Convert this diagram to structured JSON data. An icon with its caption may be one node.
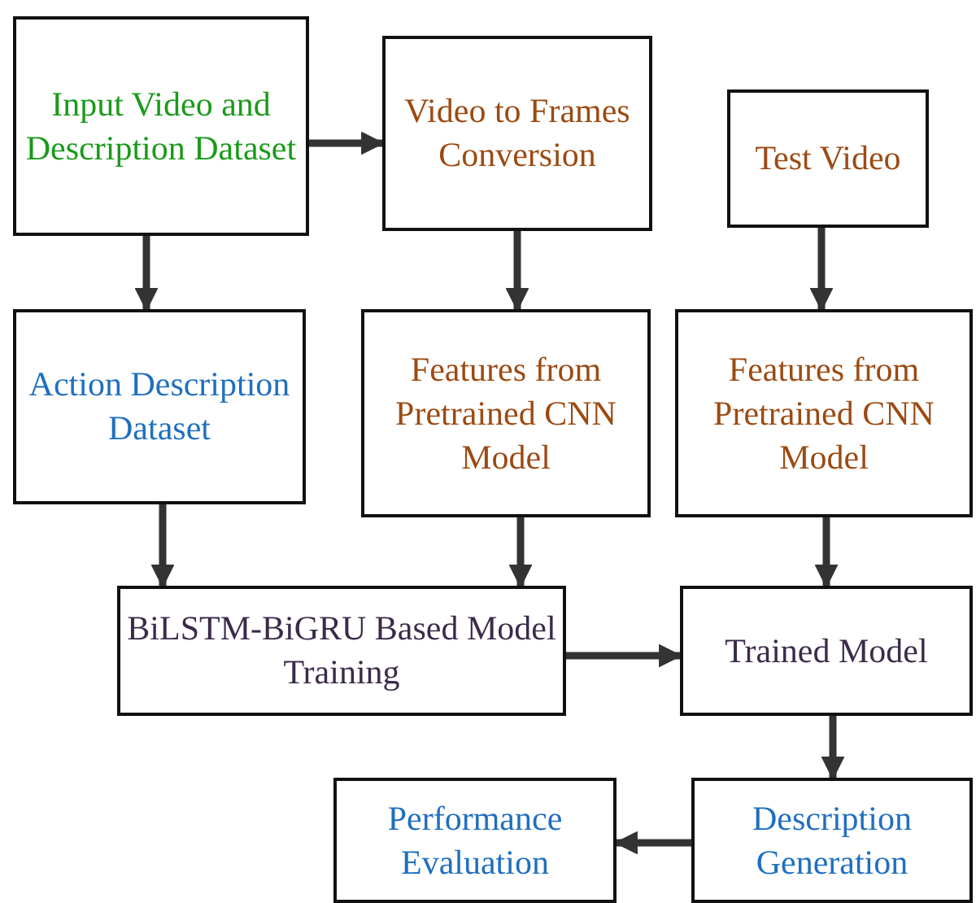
{
  "diagram": {
    "nodes": [
      {
        "text": [
          "Input Video and Description Dataset"
        ]
      },
      {
        "text": [
          "Video to Frames Conversion"
        ]
      },
      {
        "text": [
          "Test Video"
        ]
      },
      {
        "text": [
          "Action Description Dataset"
        ]
      },
      {
        "text": [
          "Features from Pretrained CNN Model"
        ]
      },
      {
        "text": [
          "Features from Pretrained CNN Model"
        ]
      },
      {
        "text": [
          "BiLSTM-BiGRU Based Model Training"
        ]
      },
      {
        "text": [
          "Trained Model"
        ]
      },
      {
        "text": [
          "Performance Evaluation"
        ]
      },
      {
        "text": [
          "Description Generation"
        ]
      }
    ],
    "edges": [
      {
        "from": 0,
        "to": 1,
        "arrow": "to"
      },
      {
        "from": 0,
        "to": 3,
        "arrow": "to"
      },
      {
        "from": 1,
        "to": 4,
        "arrow": "to"
      },
      {
        "from": 2,
        "to": 5,
        "arrow": "to"
      },
      {
        "from": 3,
        "to": 6,
        "arrow": "to"
      },
      {
        "from": 4,
        "to": 6,
        "arrow": "to"
      },
      {
        "from": 5,
        "to": 7,
        "arrow": "to"
      },
      {
        "from": 6,
        "to": 7,
        "arrow": "to"
      },
      {
        "from": 7,
        "to": 9,
        "arrow": "to"
      },
      {
        "from": 9,
        "to": 8,
        "arrow": "to"
      }
    ]
  }
}
